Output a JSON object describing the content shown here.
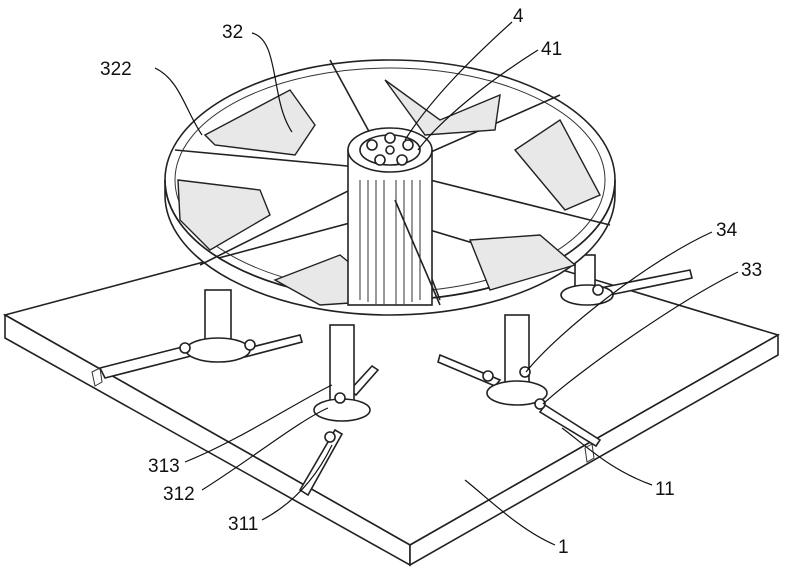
{
  "figure": {
    "labels": {
      "l32": "32",
      "l322": "322",
      "l4": "4",
      "l41": "41",
      "l34": "34",
      "l33": "33",
      "l313": "313",
      "l312": "312",
      "l311": "311",
      "l11": "11",
      "l1": "1"
    }
  }
}
